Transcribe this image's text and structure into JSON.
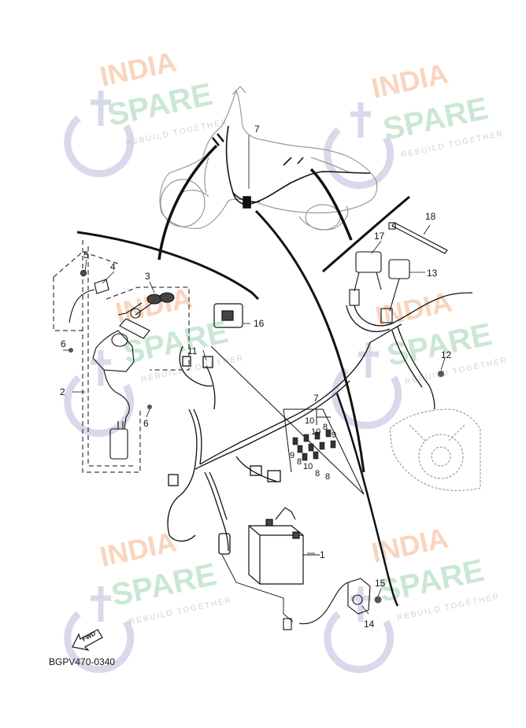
{
  "diagram_code": "BGPV470-0340",
  "fwd_label": "FWD",
  "watermark": {
    "line1": "INDIA",
    "line2": "SPARE",
    "tagline": "REBUILD TOGETHER"
  },
  "callouts": {
    "c1": "1",
    "c2": "2",
    "c3": "3",
    "c4": "4",
    "c5": "5",
    "c6a": "6",
    "c6b": "6",
    "c7a": "7",
    "c7b": "7",
    "c8a": "8",
    "c8b": "8",
    "c8c": "8",
    "c8d": "8",
    "c9a": "9",
    "c9b": "9",
    "c10a": "10",
    "c10b": "10",
    "c10c": "10",
    "c11": "11",
    "c12": "12",
    "c13": "13",
    "c14": "14",
    "c15": "15",
    "c16": "16",
    "c17": "17",
    "c18": "18"
  },
  "colors": {
    "line": "#111111",
    "light_line": "#8a8a8a",
    "watermark_orange": "#f7c7a8",
    "watermark_green": "#b9e0c7",
    "watermark_icon": "#cfd0e6"
  }
}
